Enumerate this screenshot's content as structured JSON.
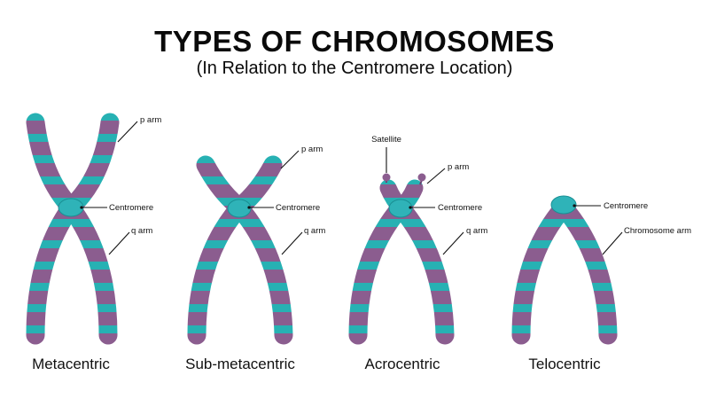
{
  "title": "TYPES OF CHROMOSOMES",
  "subtitle": "(In Relation to the Centromere Location)",
  "colors": {
    "purple": "#8b5d8f",
    "teal": "#27b1b3",
    "centromere": "#2fb3b8",
    "text": "#111111"
  },
  "chromosomes": [
    {
      "name": "Metacentric",
      "p_label": "p arm",
      "c_label": "Centromere",
      "q_label": "q arm"
    },
    {
      "name": "Sub-metacentric",
      "p_label": "p arm",
      "c_label": "Centromere",
      "q_label": "q arm"
    },
    {
      "name": "Acrocentric",
      "sat_label": "Satellite",
      "p_label": "p arm",
      "c_label": "Centromere",
      "q_label": "q arm"
    },
    {
      "name": "Telocentric",
      "c_label": "Centromere",
      "arm_label": "Chromosome arm"
    }
  ]
}
